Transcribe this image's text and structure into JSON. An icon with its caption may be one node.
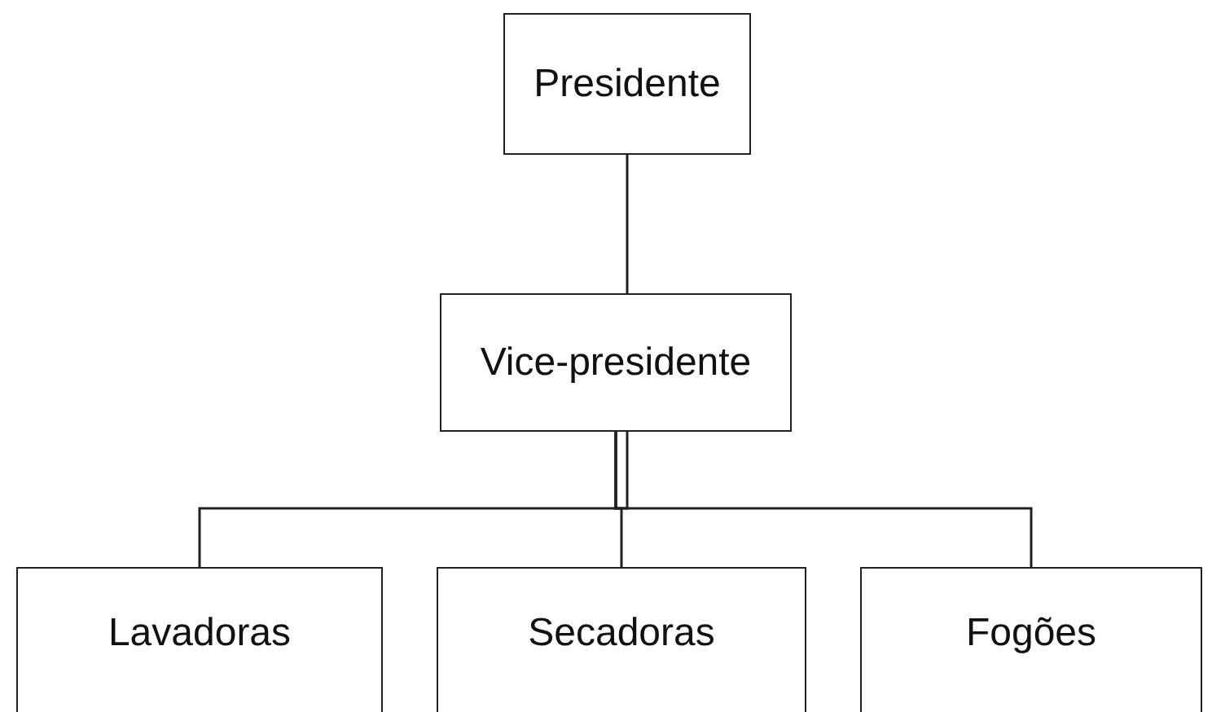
{
  "diagram": {
    "nodes": [
      {
        "text": [
          "Presidente"
        ]
      },
      {
        "text": [
          "Vice-presidente"
        ]
      },
      {
        "text": [
          "Lavadoras"
        ]
      },
      {
        "text": [
          "Secadoras"
        ]
      },
      {
        "text": [
          "Fogões"
        ]
      }
    ],
    "edges": [
      {
        "from": 0,
        "to": 1,
        "arrow": "none"
      },
      {
        "from": 1,
        "to": 2,
        "arrow": "none"
      },
      {
        "from": 1,
        "to": 3,
        "arrow": "none"
      },
      {
        "from": 1,
        "to": 4,
        "arrow": "none"
      }
    ]
  }
}
